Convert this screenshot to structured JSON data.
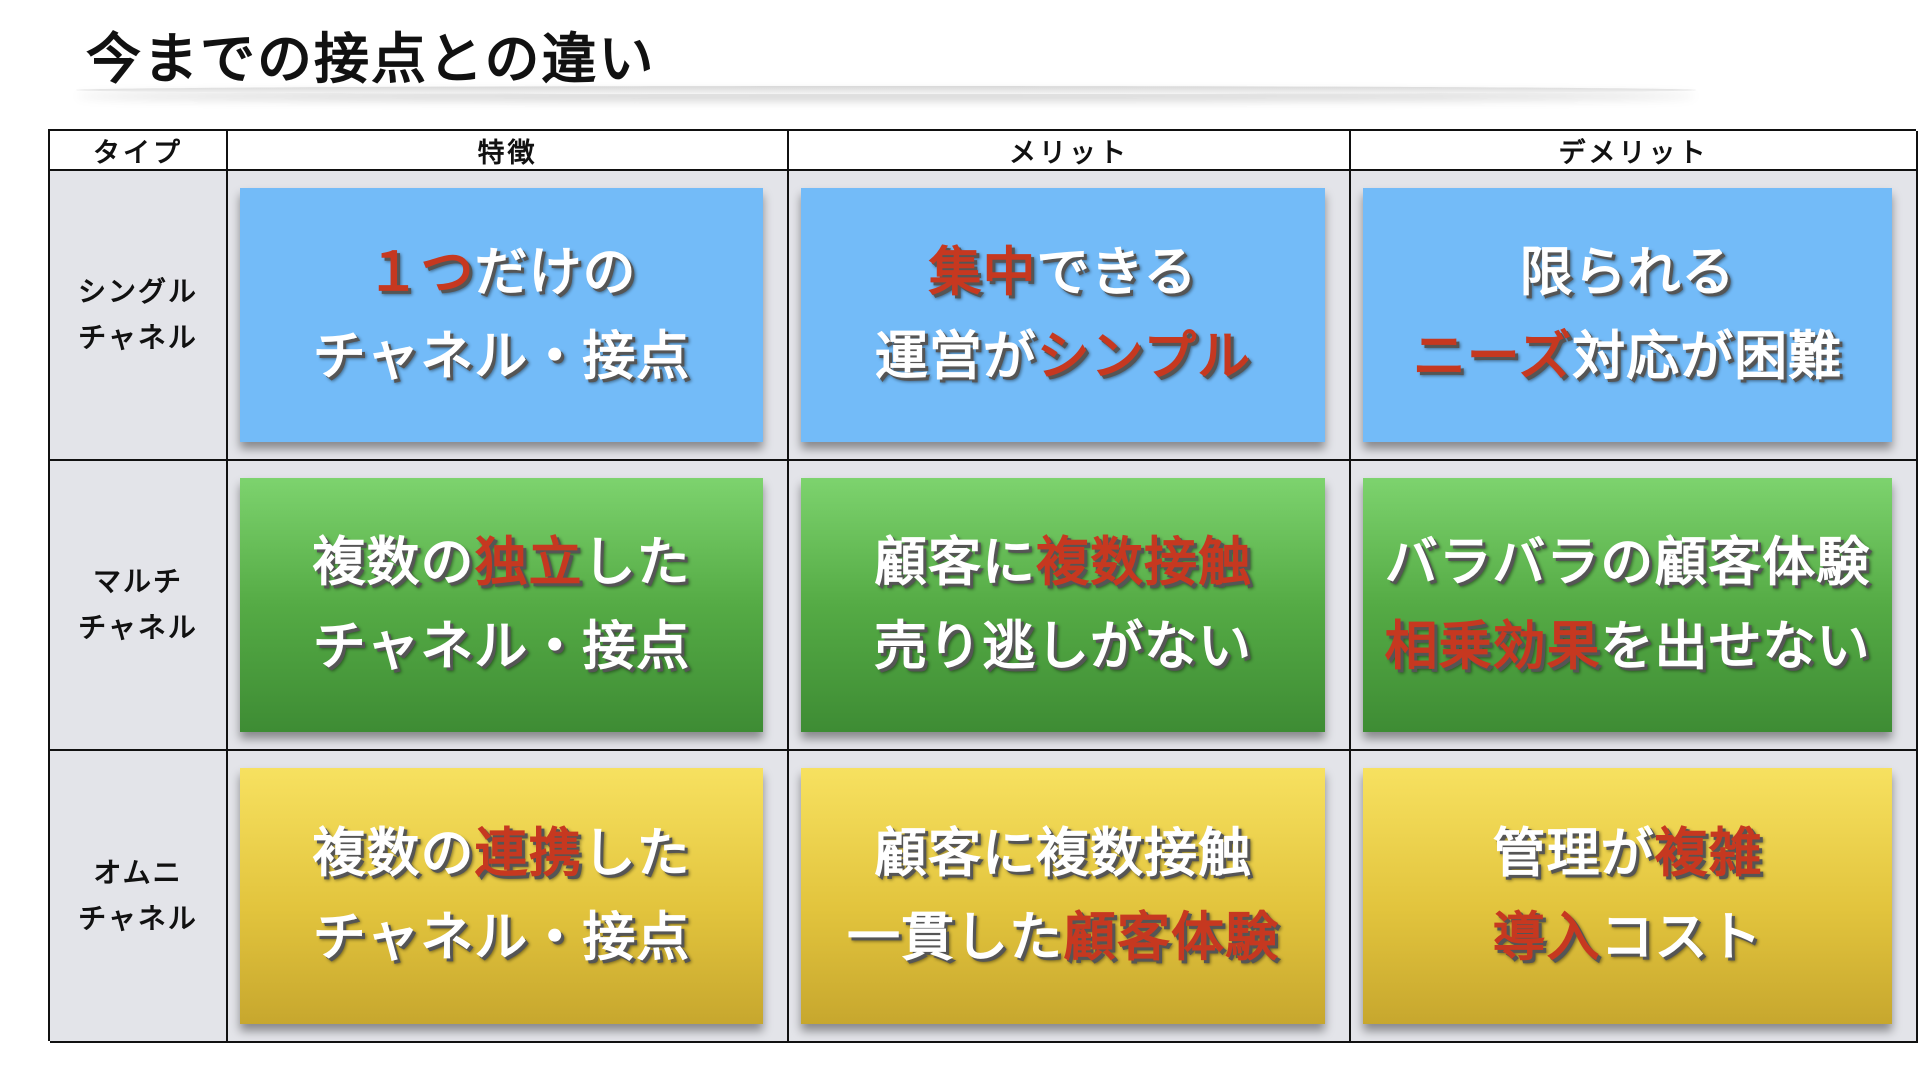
{
  "title": "今までの接点との違い",
  "headers": [
    "タイプ",
    "特徴",
    "メリット",
    "デメリット"
  ],
  "rows": [
    {
      "type_lines": [
        "シングル",
        "チャネル"
      ],
      "cells": [
        [
          [
            {
              "t": "１つ",
              "red": true
            },
            {
              "t": "だけの",
              "red": false
            }
          ],
          [
            {
              "t": "チャネル・接点",
              "red": false
            }
          ]
        ],
        [
          [
            {
              "t": "集中",
              "red": true
            },
            {
              "t": "できる",
              "red": false
            }
          ],
          [
            {
              "t": "運営が",
              "red": false
            },
            {
              "t": "シンプル",
              "red": true
            }
          ]
        ],
        [
          [
            {
              "t": "限られる",
              "red": false
            }
          ],
          [
            {
              "t": "ニーズ",
              "red": true
            },
            {
              "t": "対応が困難",
              "red": false
            }
          ]
        ]
      ]
    },
    {
      "type_lines": [
        "マルチ",
        "チャネル"
      ],
      "cells": [
        [
          [
            {
              "t": "複数の",
              "red": false
            },
            {
              "t": "独立",
              "red": true
            },
            {
              "t": "した",
              "red": false
            }
          ],
          [
            {
              "t": "チャネル・接点",
              "red": false
            }
          ]
        ],
        [
          [
            {
              "t": "顧客に",
              "red": false
            },
            {
              "t": "複数接触",
              "red": true
            }
          ],
          [
            {
              "t": "売り逃しがない",
              "red": false
            }
          ]
        ],
        [
          [
            {
              "t": "バラバラの顧客体験",
              "red": false
            }
          ],
          [
            {
              "t": "相乗効果",
              "red": true
            },
            {
              "t": "を出せない",
              "red": false
            }
          ]
        ]
      ]
    },
    {
      "type_lines": [
        "オムニ",
        "チャネル"
      ],
      "cells": [
        [
          [
            {
              "t": "複数の",
              "red": false
            },
            {
              "t": "連携",
              "red": true
            },
            {
              "t": "した",
              "red": false
            }
          ],
          [
            {
              "t": "チャネル・接点",
              "red": false
            }
          ]
        ],
        [
          [
            {
              "t": "顧客に複数接触",
              "red": false
            }
          ],
          [
            {
              "t": "一貫した",
              "red": false
            },
            {
              "t": "顧客体験",
              "red": true
            }
          ]
        ],
        [
          [
            {
              "t": "管理が",
              "red": false
            },
            {
              "t": "複雑",
              "red": true
            }
          ],
          [
            {
              "t": "導入",
              "red": true
            },
            {
              "t": "コスト",
              "red": false
            }
          ]
        ]
      ]
    }
  ],
  "colors": {
    "blue": "#73bbf8",
    "green": "#55ab45",
    "yellow": "#e2c43d",
    "highlight_red": "#c63820",
    "row_bg": "#e3e4e9"
  }
}
